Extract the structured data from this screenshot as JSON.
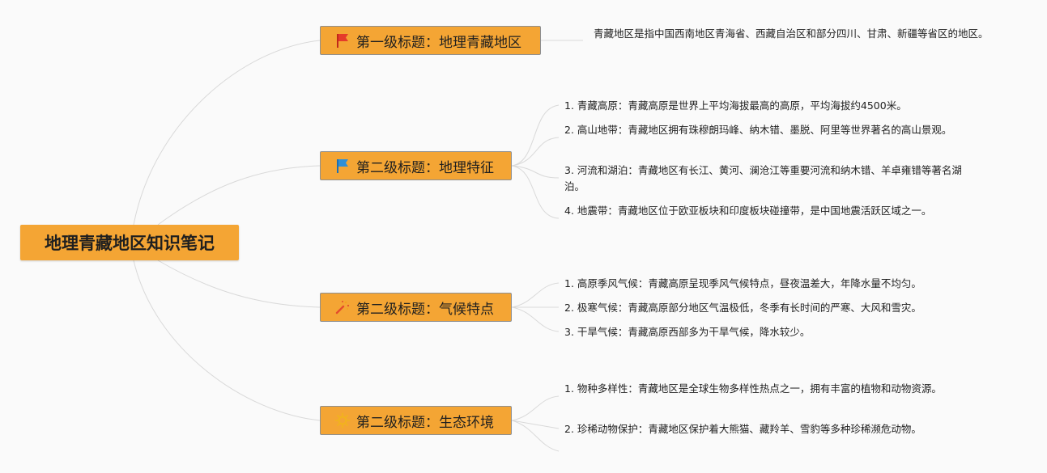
{
  "root": {
    "title": "地理青藏地区知识笔记"
  },
  "branches": [
    {
      "icon": "red-flag-icon",
      "color": "#e53b2a",
      "label": "第一级标题：地理青藏地区",
      "items": [
        "青藏地区是指中国西南地区青海省、西藏自治区和部分四川、甘肃、新疆等省区的地区。"
      ]
    },
    {
      "icon": "blue-flag-icon",
      "color": "#2f8fd6",
      "label": "第二级标题：地理特征",
      "items": [
        "1. 青藏高原：青藏高原是世界上平均海拔最高的高原，平均海拔约4500米。",
        "2. 高山地带：青藏地区拥有珠穆朗玛峰、纳木错、墨脱、阿里等世界著名的高山景观。",
        "3. 河流和湖泊：青藏地区有长江、黄河、澜沧江等重要河流和纳木错、羊卓雍错等著名湖泊。",
        "4. 地震带：青藏地区位于欧亚板块和印度板块碰撞带，是中国地震活跃区域之一。"
      ]
    },
    {
      "icon": "magic-wand-icon",
      "color": "#e34c2d",
      "label": "第二级标题：气候特点",
      "items": [
        "1. 高原季风气候：青藏高原呈现季风气候特点，昼夜温差大，年降水量不均匀。",
        "2. 极寒气候：青藏高原部分地区气温极低，冬季有长时间的严寒、大风和雪灾。",
        "3. 干旱气候：青藏高原西部多为干旱气候，降水较少。"
      ]
    },
    {
      "icon": "sun-icon",
      "color": "#f2b31d",
      "label": "第二级标题：生态环境",
      "items": [
        "1. 物种多样性：青藏地区是全球生物多样性热点之一，拥有丰富的植物和动物资源。",
        "2. 珍稀动物保护：青藏地区保护着大熊猫、藏羚羊、雪豹等多种珍稀濒危动物。"
      ]
    }
  ]
}
